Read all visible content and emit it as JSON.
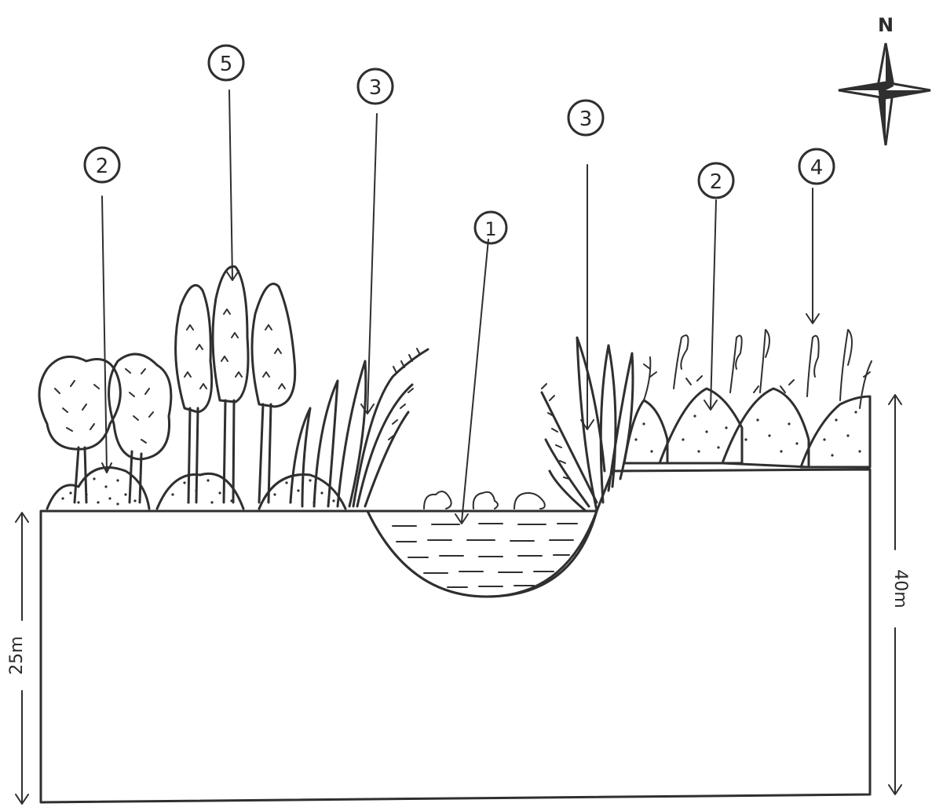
{
  "compass": {
    "label": "N",
    "icon": "compass-rose-icon"
  },
  "scale": {
    "left_height": "25m",
    "right_height": "40m"
  },
  "callouts": [
    {
      "id": "callout-1",
      "label": "1",
      "target": "water-body"
    },
    {
      "id": "callout-2-left",
      "label": "2",
      "target": "left-mound"
    },
    {
      "id": "callout-2-right",
      "label": "2",
      "target": "right-mound"
    },
    {
      "id": "callout-3-left",
      "label": "3",
      "target": "left-reeds"
    },
    {
      "id": "callout-3-right",
      "label": "3",
      "target": "right-reeds"
    },
    {
      "id": "callout-4",
      "label": "4",
      "target": "right-shrub"
    },
    {
      "id": "callout-5",
      "label": "5",
      "target": "poplar-tree"
    }
  ]
}
